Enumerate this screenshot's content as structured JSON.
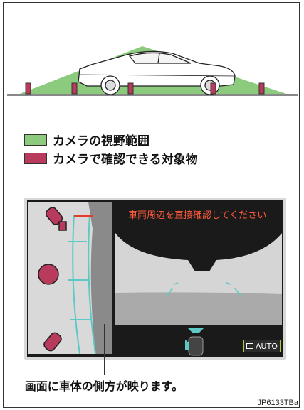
{
  "legend": [
    {
      "label": "カメラの視野範囲",
      "color": "#8ccb7e"
    },
    {
      "label": "カメラで確認できる対象物",
      "color": "#b83a5c"
    }
  ],
  "monitor": {
    "warning_text": "車両周辺を直接確認してください",
    "auto_button_label": "AUTO",
    "guide_line_color": "#5ec8c4",
    "warning_color": "#ff5a3c"
  },
  "caption": "画面に車体の側方が映ります。",
  "figure_code": "JP6133TBa",
  "icons": [
    "car-side-icon",
    "camera-view-icon",
    "auto-mode-icon"
  ]
}
